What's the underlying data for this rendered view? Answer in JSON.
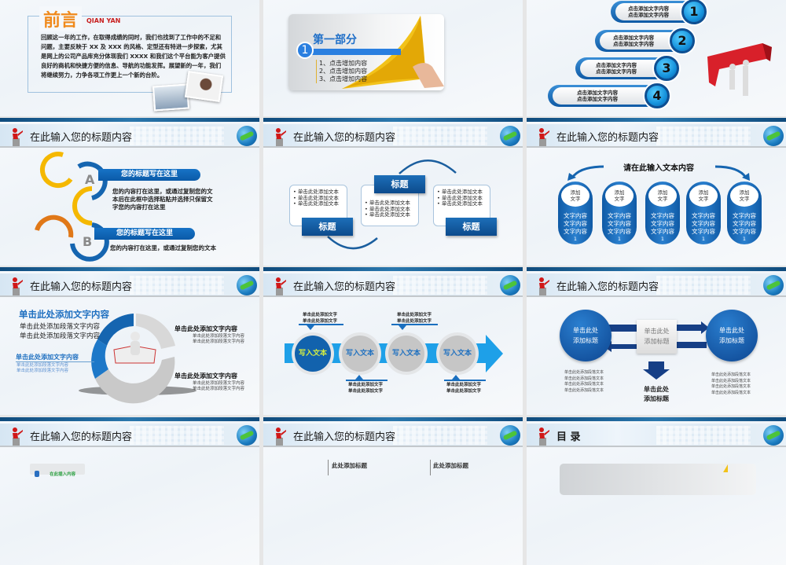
{
  "header_title": "在此输入您的标题内容",
  "slide_preface": {
    "title": "前言",
    "subtitle": "QIAN YAN",
    "body": "回顾这一年的工作，在取得成绩的同时，我们也找到了工作中的不足和问题，主要反映于 XX 及 XXX 的风格、定型还有特进一步探索，尤其是网上的公司产品库充分体现我们 XXXX 和我们这个平台能为客户提供良好的商机和快捷方便的信息、导航的功能发挥。展望新的一年，我们将继续努力，力争各项工作更上一个新的台阶。"
  },
  "slide_part": {
    "number": "1",
    "title": "第一部分",
    "items": [
      "1、点击增加内容",
      "2、点击增加内容",
      "3、点击增加内容"
    ]
  },
  "slide_steps": {
    "items": [
      {
        "num": "1",
        "l1": "点击添加文字内容",
        "l2": "点击添加文字内容"
      },
      {
        "num": "2",
        "l1": "点击添加文字内容",
        "l2": "点击添加文字内容"
      },
      {
        "num": "3",
        "l1": "点击添加文字内容",
        "l2": "点击添加文字内容"
      },
      {
        "num": "4",
        "l1": "点击添加文字内容",
        "l2": "点击添加文字内容"
      }
    ]
  },
  "slide_ab": {
    "a_letter": "A",
    "a_title": "您的标题写在这里",
    "a_text": [
      "您的内容打在这里，或通过复制您的文",
      "本后在此框中选择粘贴并选择只保留文",
      "字您的内容打在这里"
    ],
    "b_letter": "B",
    "b_title": "您的标题写在这里",
    "b_text": "您的内容打在这里，或通过复制您的文本"
  },
  "slide_cycle": {
    "label": "标题",
    "bullet": "• 单击此处添加文本"
  },
  "slide_capsules": {
    "title": "请在此输入文本内容",
    "top": [
      "添加",
      "文字"
    ],
    "body": "文字内容",
    "num": "1"
  },
  "slide_ring": {
    "main_title": "单击此处添加文字内容",
    "para": "单击此处添加段落文字内容",
    "item_title": "单击此处添加文字内容",
    "small": "单击此处添加段落文字内容"
  },
  "slide_process": {
    "circle": "写入文本",
    "note": "单击此处添加文字"
  },
  "slide_arrows": {
    "circle_l1": "单击此处",
    "circle_l2": "添加标题",
    "small": "单击此处添加段落文本"
  },
  "slide_row4": {
    "label": "在此插入内容",
    "heading": "此处添加标题",
    "toc": "目 录"
  },
  "colors": {
    "blue": "#1565b0",
    "orange": "#f08a1c",
    "yellow": "#f5b800"
  }
}
